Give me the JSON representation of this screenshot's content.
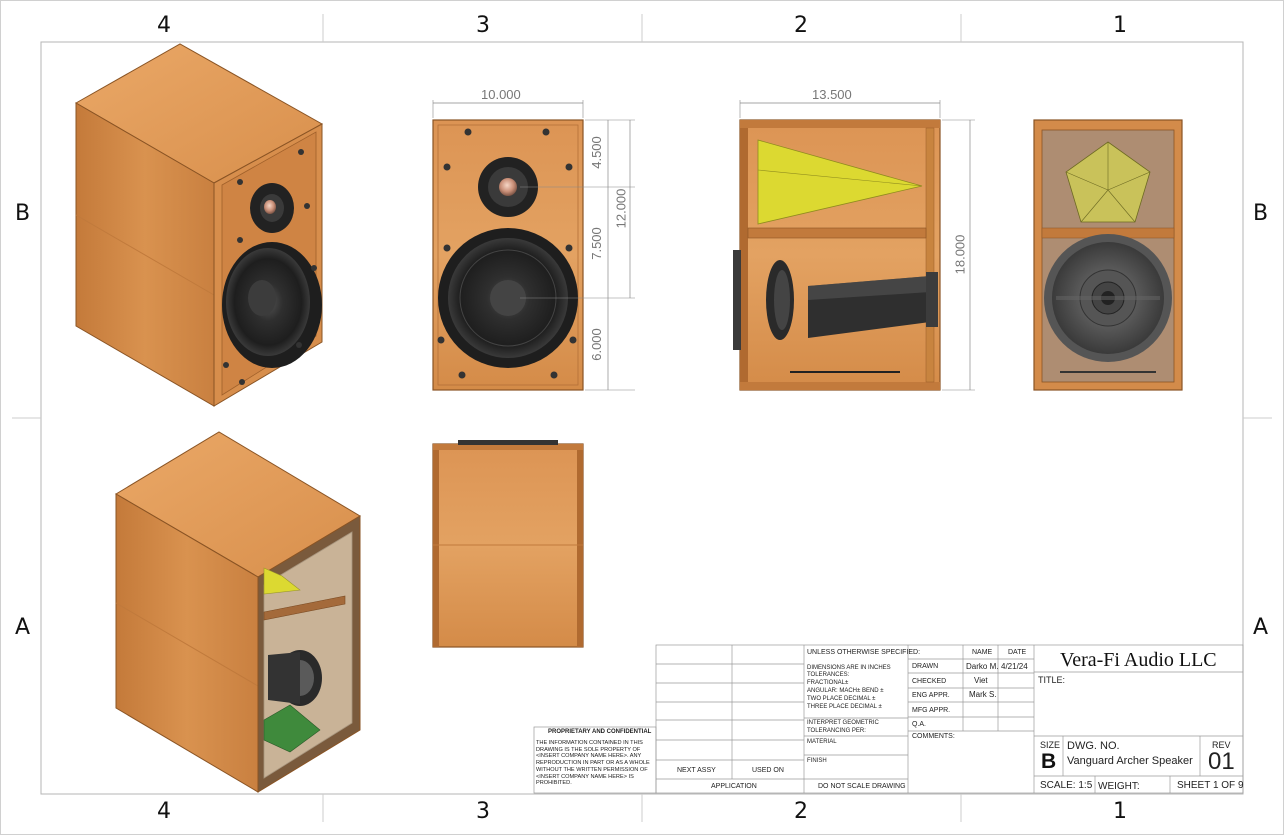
{
  "zones": {
    "columns": [
      "4",
      "3",
      "2",
      "1"
    ],
    "rows": [
      "B",
      "A"
    ]
  },
  "dimensions": {
    "front_width": "10.000",
    "side_depth": "13.500",
    "top_to_tweeter": "4.500",
    "tweeter_to_woofer": "7.500",
    "woofer_to_bottom": "6.000",
    "top_to_woofer": "12.000",
    "overall_height": "18.000"
  },
  "proprietary": {
    "title": "PROPRIETARY AND CONFIDENTIAL",
    "body": "THE INFORMATION CONTAINED IN THIS DRAWING IS THE SOLE PROPERTY OF <INSERT COMPANY NAME HERE>. ANY REPRODUCTION IN PART OR AS A WHOLE WITHOUT THE WRITTEN PERMISSION OF <INSERT COMPANY NAME HERE> IS PROHIBITED."
  },
  "assembly": {
    "next_assy": "NEXT ASSY",
    "used_on": "USED ON",
    "application": "APPLICATION"
  },
  "spec": {
    "unless": "UNLESS OTHERWISE SPECIFIED:",
    "dims": "DIMENSIONS ARE IN INCHES",
    "tolerances": "TOLERANCES:",
    "fractional": "FRACTIONAL±",
    "angular": "ANGULAR: MACH±   BEND ±",
    "two_place": "TWO PLACE DECIMAL   ±",
    "three_place": "THREE PLACE DECIMAL  ±",
    "interpret": "INTERPRET GEOMETRIC",
    "tolerancing": "TOLERANCING PER:",
    "material": "MATERIAL",
    "finish": "FINISH",
    "do_not_scale": "DO NOT SCALE DRAWING"
  },
  "approvals": {
    "name_header": "NAME",
    "date_header": "DATE",
    "drawn_label": "DRAWN",
    "drawn_name": "Darko M.",
    "drawn_date": "4/21/24",
    "checked_label": "CHECKED",
    "checked_name": "Viet",
    "eng_label": "ENG APPR.",
    "eng_name": "Mark S.",
    "mfg_label": "MFG APPR.",
    "qa_label": "Q.A.",
    "comments_label": "COMMENTS:"
  },
  "title_block": {
    "company": "Vera-Fi Audio LLC",
    "title_label": "TITLE:",
    "size_label": "SIZE",
    "size_value": "B",
    "dwg_label": "DWG.  NO.",
    "dwg_value": "Vanguard Archer Speaker",
    "rev_label": "REV",
    "rev_value": "01",
    "scale": "SCALE: 1:5",
    "weight": "WEIGHT:",
    "sheet": "SHEET 1 OF 9"
  },
  "colors": {
    "wood": "#d98e4c",
    "wood_dark": "#a9622c",
    "wood_light": "#e8a866",
    "driver": "#2b2b2b",
    "horn_yellow": "#dcd931",
    "border_gray": "#b5b5b5",
    "pcb_green": "#3f8a3c"
  }
}
